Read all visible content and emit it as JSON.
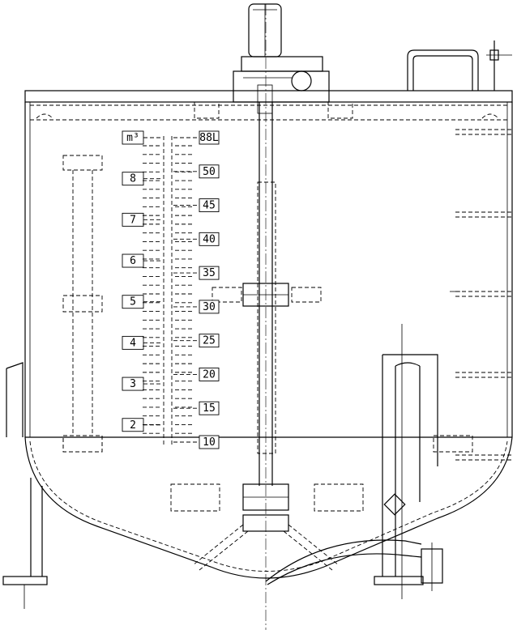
{
  "scale_left": [
    "m³",
    "8",
    "7",
    "6",
    "5",
    "4",
    "3",
    "2"
  ],
  "scale_right": [
    "88L",
    "50",
    "45",
    "40",
    "35",
    "30",
    "25",
    "20",
    "15",
    "10"
  ]
}
